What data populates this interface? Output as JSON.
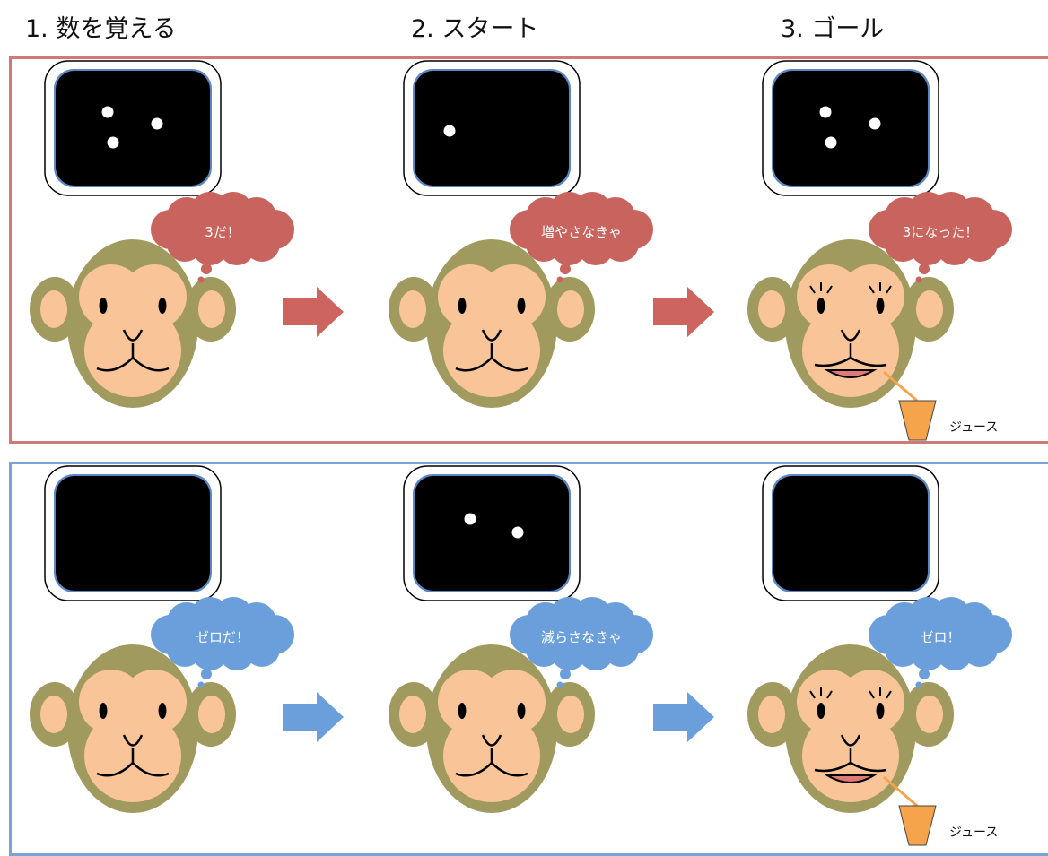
{
  "headers": [
    "1. 数を覚える",
    "2. スタート",
    "3. ゴール"
  ],
  "rows": [
    {
      "bubble_color": "#c8635d",
      "arrow_color": "#cd6460",
      "stages": [
        {
          "dots": 3,
          "speech": "3だ！",
          "happy": false
        },
        {
          "dots": 1,
          "speech": "増やさなきゃ",
          "happy": false
        },
        {
          "dots": 3,
          "speech": "3になった！",
          "happy": true
        }
      ],
      "reward_label": "ジュース"
    },
    {
      "bubble_color": "#6a9fdc",
      "arrow_color": "#6a9fdc",
      "stages": [
        {
          "dots": 0,
          "speech": "ゼロだ！",
          "happy": false
        },
        {
          "dots": 2,
          "speech": "減らさなきゃ",
          "happy": false
        },
        {
          "dots": 0,
          "speech": "ゼロ！",
          "happy": true
        }
      ],
      "reward_label": "ジュース"
    }
  ],
  "colors": {
    "monkey_fur": "#a19a5e",
    "monkey_face": "#f9c598",
    "screen": "#000000",
    "dot": "#ffffff",
    "cup": "#f5a44c",
    "mouth": "#e07a78"
  }
}
